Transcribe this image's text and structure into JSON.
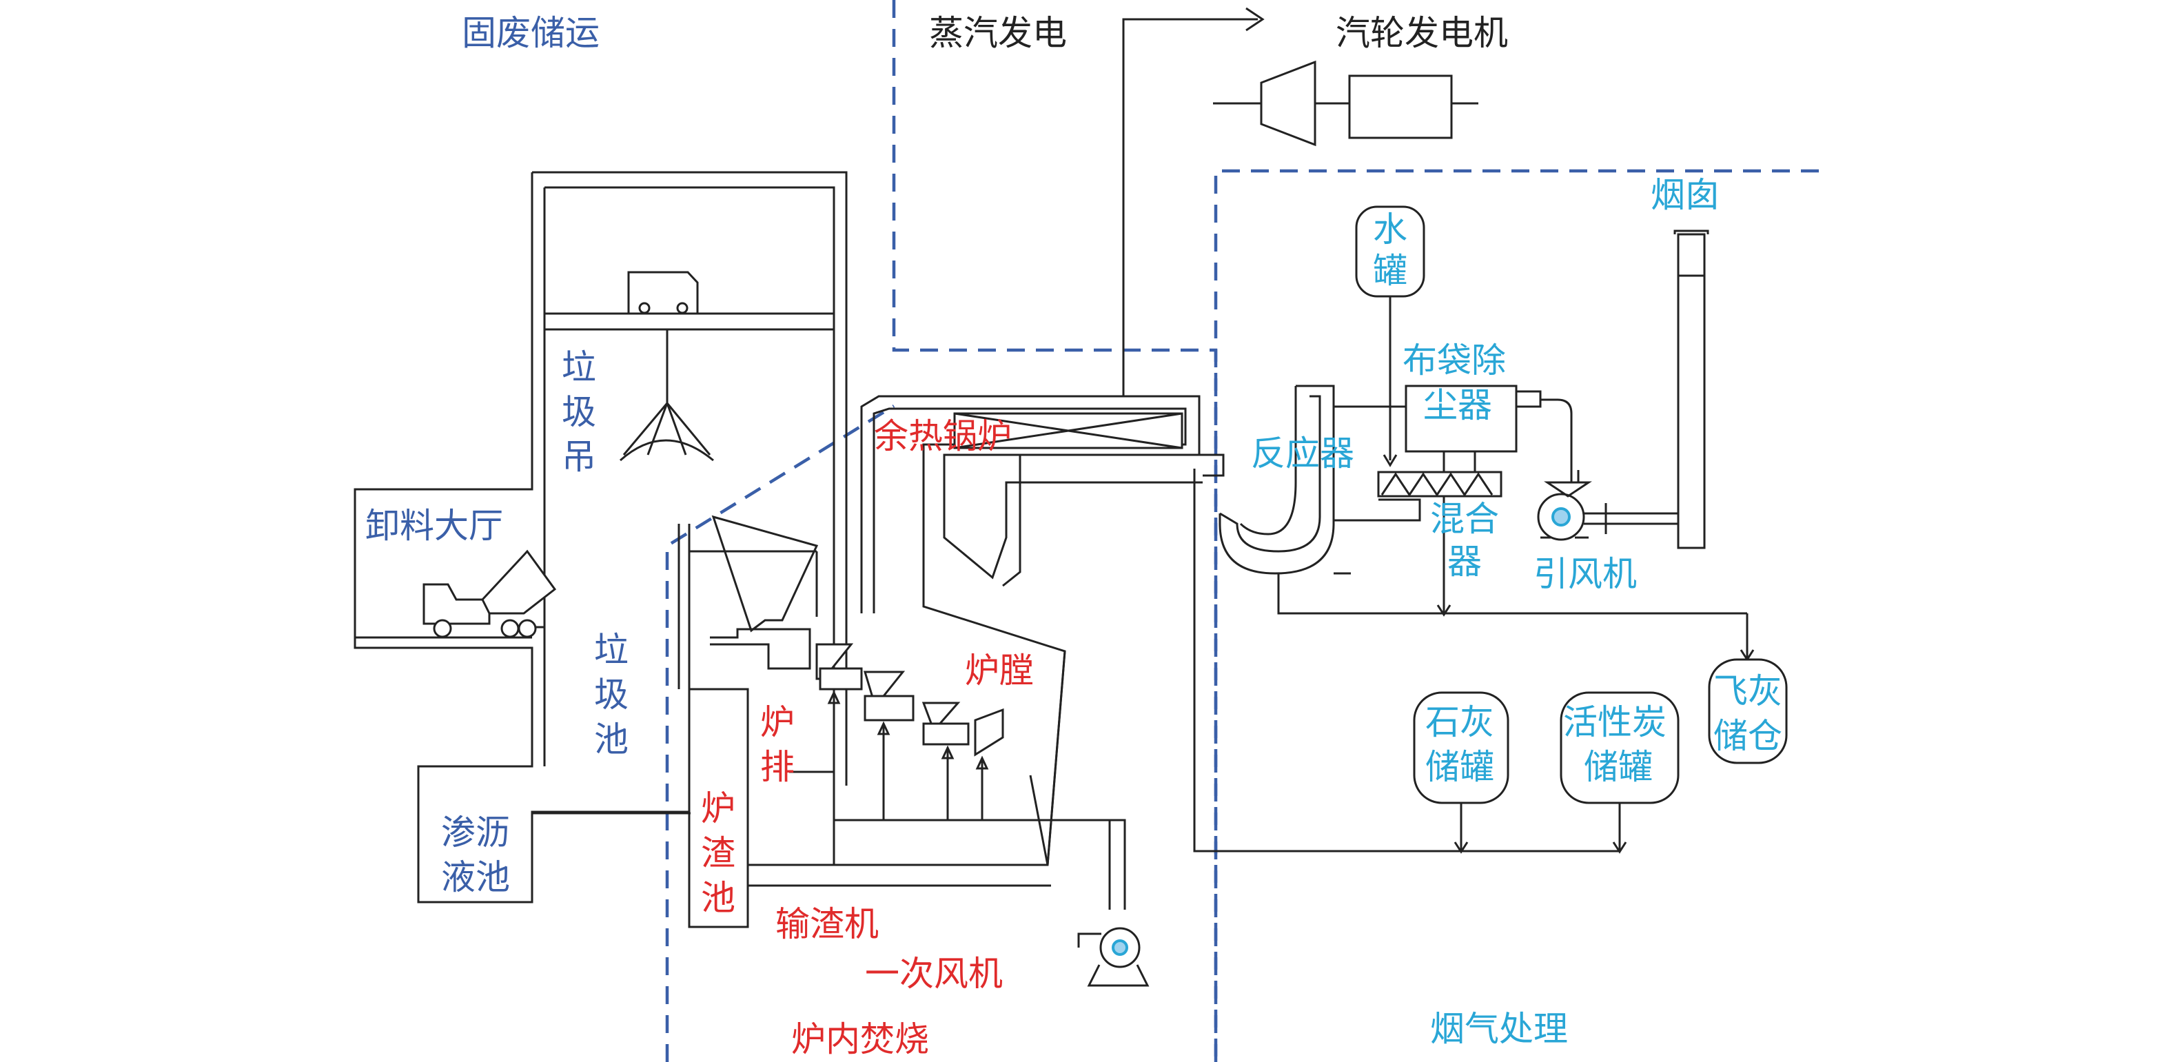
{
  "colors": {
    "section_label": "#3a5fa8",
    "equipment_red": "#e02b2b",
    "equipment_cyan": "#29a6d6",
    "boundary_dash": "#3a5fa8",
    "line": "#222222"
  },
  "sections": {
    "solid_waste": "固废储运",
    "steam_power": "蒸汽发电",
    "furnace": "炉内焚烧",
    "flue_gas": "烟气处理"
  },
  "labels": {
    "turbine": "汽轮发电机",
    "crane": [
      "垃",
      "圾",
      "吊"
    ],
    "unloading_hall": "卸料大厅",
    "pit": [
      "垃",
      "圾",
      "池"
    ],
    "leachate": [
      "渗沥",
      "液池"
    ],
    "boiler": "余热锅炉",
    "furnace_chamber": "炉膛",
    "grate": [
      "炉",
      "排"
    ],
    "slag_pool": [
      "炉",
      "渣",
      "池"
    ],
    "slag_conveyor": "输渣机",
    "primary_fan": "一次风机",
    "reactor": "反应器",
    "water_tank": [
      "水",
      "罐"
    ],
    "bag_filter": [
      "布袋除",
      "尘器"
    ],
    "mixer": [
      "混合",
      "器"
    ],
    "chimney": "烟囱",
    "induced_fan": "引风机",
    "lime_tank": [
      "石灰",
      "储罐"
    ],
    "carbon_tank": [
      "活性炭",
      "储罐"
    ],
    "fly_ash_bin": [
      "飞灰",
      "储仓"
    ]
  }
}
